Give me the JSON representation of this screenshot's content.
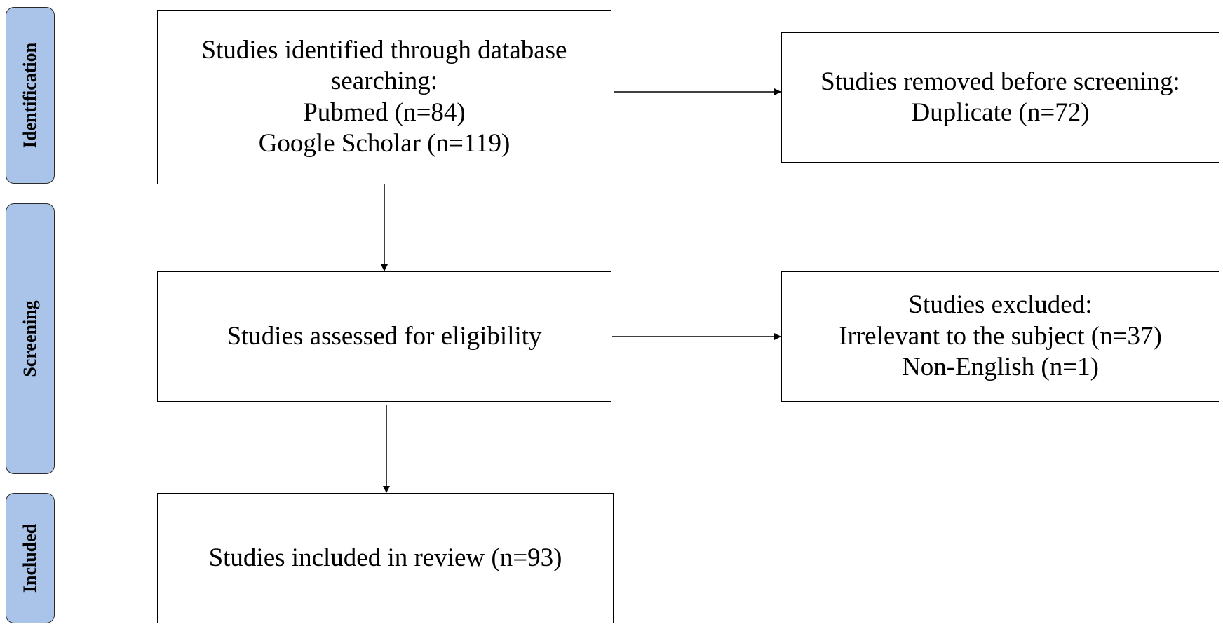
{
  "phases": [
    {
      "label": "Identification"
    },
    {
      "label": "Screening"
    },
    {
      "label": "Included"
    }
  ],
  "boxes": {
    "identified": {
      "lines": [
        "Studies identified through database",
        "searching:",
        "Pubmed (n=84)",
        "Google Scholar (n=119)"
      ]
    },
    "removed": {
      "lines": [
        "Studies removed before screening:",
        "Duplicate (n=72)"
      ]
    },
    "assessed": {
      "lines": [
        "Studies assessed for eligibility"
      ]
    },
    "excluded": {
      "lines": [
        "Studies excluded:",
        "Irrelevant to the subject (n=37)",
        "Non-English (n=1)"
      ]
    },
    "included": {
      "lines": [
        "Studies included in review (n=93)"
      ]
    }
  },
  "colors": {
    "phase_fill": "#a9c4e8",
    "line": "#000000"
  }
}
